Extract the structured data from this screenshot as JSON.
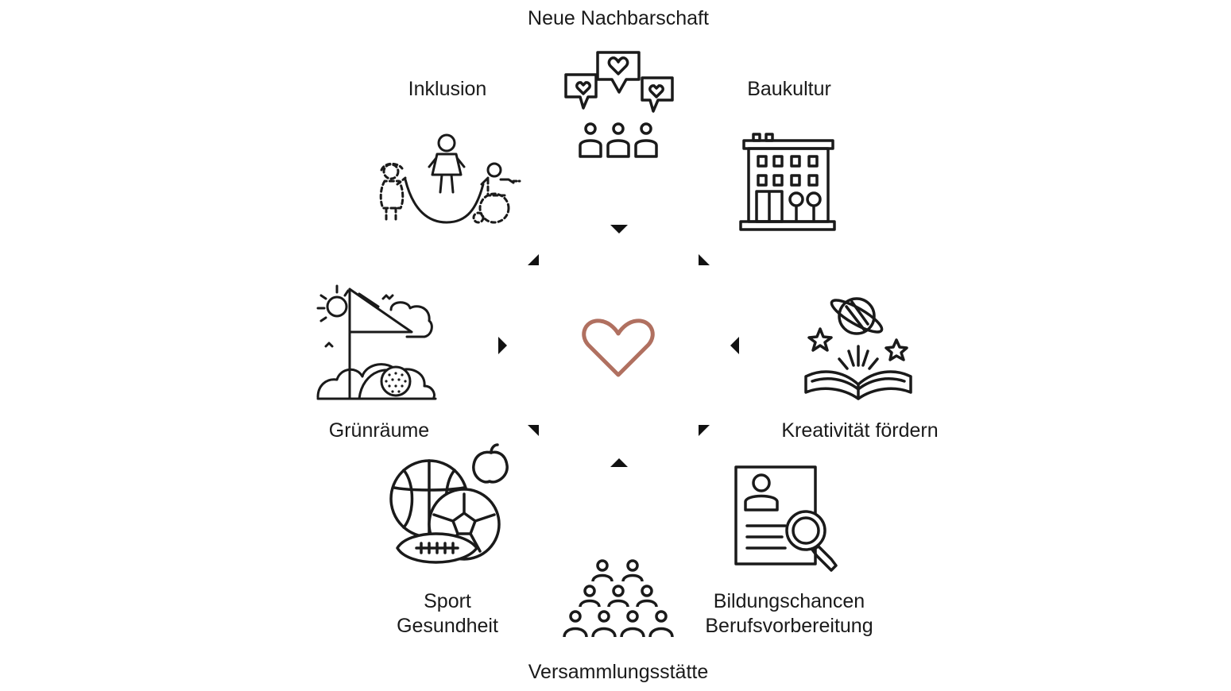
{
  "center": {
    "icon": "heart-icon",
    "color": "#b07060"
  },
  "nodes": [
    {
      "id": "neue-nachbarschaft",
      "lines": [
        "Neue Nachbarschaft"
      ],
      "icon": "community-hearts-icon"
    },
    {
      "id": "baukultur",
      "lines": [
        "Baukultur"
      ],
      "icon": "building-icon"
    },
    {
      "id": "kreativitaet",
      "lines": [
        "Kreativität fördern"
      ],
      "icon": "book-planet-icon"
    },
    {
      "id": "bildungschancen",
      "lines": [
        "Bildungschancen",
        "Berufsvorbereitung"
      ],
      "icon": "resume-search-icon"
    },
    {
      "id": "versammlungsstaette",
      "lines": [
        "Versammlungsstätte"
      ],
      "icon": "audience-icon"
    },
    {
      "id": "sport",
      "lines": [
        "Sport",
        "Gesundheit"
      ],
      "icon": "sports-balls-icon"
    },
    {
      "id": "gruenraeume",
      "lines": [
        "Grünräume"
      ],
      "icon": "park-flag-icon"
    },
    {
      "id": "inklusion",
      "lines": [
        "Inklusion"
      ],
      "icon": "jump-rope-inclusion-icon"
    }
  ],
  "colors": {
    "line": "#1a1a1a",
    "heart": "#b07060"
  }
}
